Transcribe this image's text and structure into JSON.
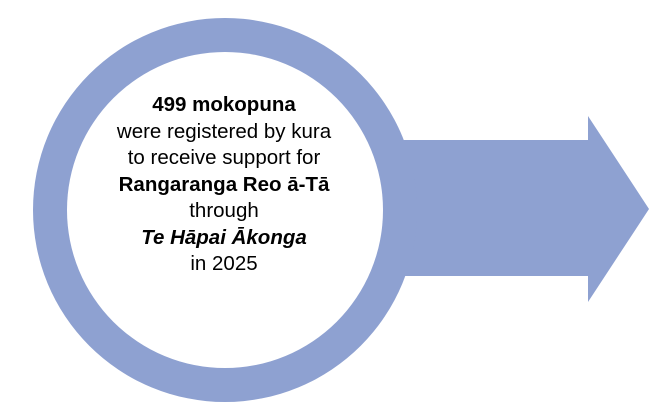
{
  "colors": {
    "arrow_fill": "#8ea1d1",
    "ring_fill": "#8ea1d1",
    "inner_fill": "#ffffff",
    "text": "#000000"
  },
  "shapes": {
    "arrow": "right-arrow-shape",
    "ring": "circle-ring-shape"
  },
  "callout": {
    "line1": "499 mokopuna",
    "line2": "were registered by kura",
    "line3": "to receive support for",
    "line4": "Rangaranga Reo ā-Tā",
    "line5": "through",
    "line6": "Te Hāpai Ākonga",
    "line7": "in 2025"
  }
}
